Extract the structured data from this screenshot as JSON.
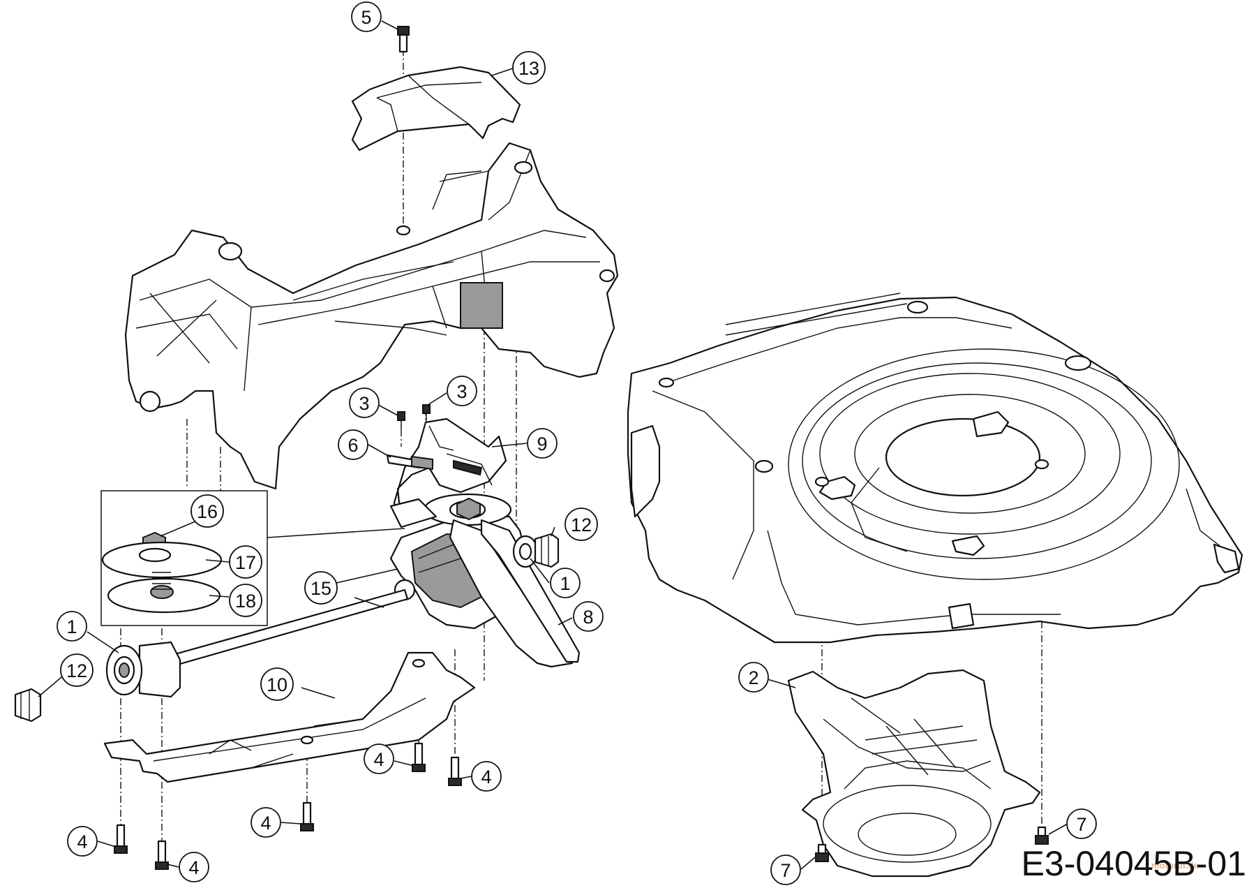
{
  "figure": {
    "drawing_number": "E3-04045B-01",
    "watermark": "motoruf.de"
  },
  "callouts": {
    "c1a": "1",
    "c1b": "1",
    "c2": "2",
    "c3a": "3",
    "c3b": "3",
    "c4a": "4",
    "c4b": "4",
    "c4c": "4",
    "c4d": "4",
    "c4e": "4",
    "c5": "5",
    "c6": "6",
    "c7a": "7",
    "c7b": "7",
    "c8": "8",
    "c9": "9",
    "c10": "10",
    "c12a": "12",
    "c12b": "12",
    "c13": "13",
    "c15": "15",
    "c16": "16",
    "c17": "17",
    "c18": "18"
  }
}
